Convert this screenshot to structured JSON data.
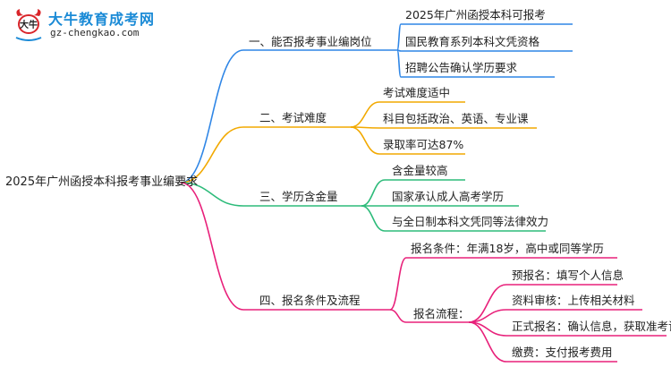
{
  "logo": {
    "title": "大牛教育成考网",
    "url": "gz-chengkao.com",
    "mark_text": "大牛"
  },
  "root": {
    "label": "2025年广州函授本科报考事业编要求"
  },
  "branches": [
    {
      "label": "一、能否报考事业编岗位",
      "color": "#2f86e6",
      "children": [
        {
          "label": "2025年广州函授本科可报考"
        },
        {
          "label": "国民教育系列本科文凭资格"
        },
        {
          "label": "招聘公告确认学历要求"
        }
      ]
    },
    {
      "label": "二、考试难度",
      "color": "#f2a900",
      "children": [
        {
          "label": "考试难度适中"
        },
        {
          "label": "科目包括政治、英语、专业课"
        },
        {
          "label": "录取率可达87%"
        }
      ]
    },
    {
      "label": "三、学历含金量",
      "color": "#2dbb7a",
      "children": [
        {
          "label": "含金量较高"
        },
        {
          "label": "国家承认成人高考学历"
        },
        {
          "label": "与全日制本科文凭同等法律效力"
        }
      ]
    },
    {
      "label": "四、报名条件及流程",
      "color": "#e8207a",
      "children": [
        {
          "label": "报名条件：年满18岁，高中或同等学历"
        },
        {
          "label": "报名流程：",
          "children": [
            {
              "label": "预报名：填写个人信息"
            },
            {
              "label": "资料审核：上传相关材料"
            },
            {
              "label": "正式报名：确认信息，获取准考证"
            },
            {
              "label": "缴费：支付报考费用"
            }
          ]
        }
      ]
    }
  ]
}
